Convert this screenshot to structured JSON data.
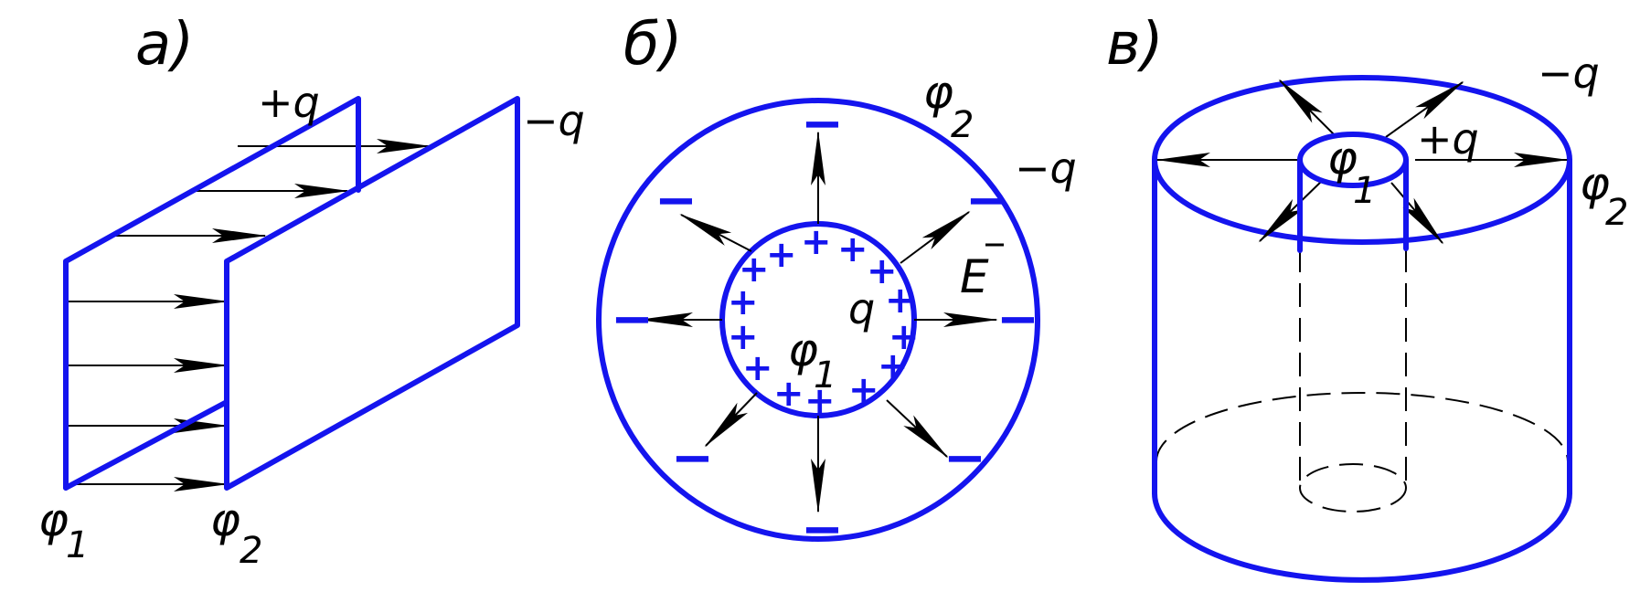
{
  "colors": {
    "plate": "#1414ee",
    "field_line": "#000000"
  },
  "panel_a": {
    "label": "а)",
    "charge_pos": "+q",
    "charge_neg": "−q",
    "phi1_sym": "φ",
    "phi1_sub": "1",
    "phi2_sym": "φ",
    "phi2_sub": "2"
  },
  "panel_b": {
    "label": "б)",
    "phi2_sym": "φ",
    "phi2_sub": "2",
    "charge_neg": "−q",
    "field_label": "E",
    "inner_charge": "q",
    "phi1_sym": "φ",
    "phi1_sub": "1",
    "plus_sign": "+",
    "minus_sign": "−"
  },
  "panel_c": {
    "label": "в)",
    "charge_neg": "−q",
    "charge_pos": "+q",
    "phi1_sym": "φ",
    "phi1_sub": "1",
    "phi2_sym": "φ",
    "phi2_sub": "2"
  }
}
